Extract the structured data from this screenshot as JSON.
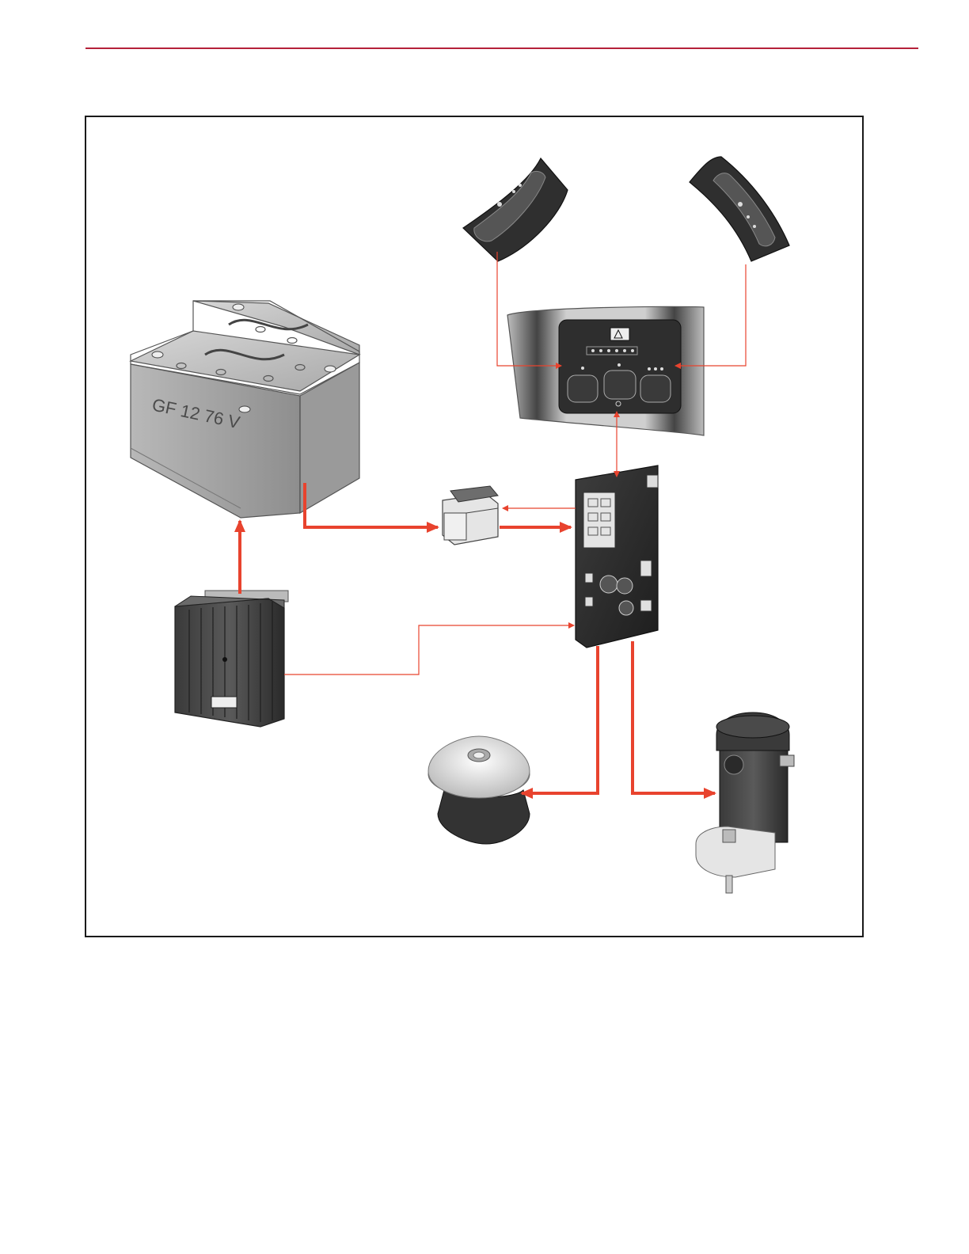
{
  "page": {
    "rule_color": "#b5213a"
  },
  "diagram": {
    "arrow_color": "#e8432e",
    "battery_label": "GF 12 76 V",
    "components": [
      {
        "name": "battery-pack"
      },
      {
        "name": "battery-charger"
      },
      {
        "name": "relay"
      },
      {
        "name": "control-board"
      },
      {
        "name": "control-panel"
      },
      {
        "name": "left-handle-switch"
      },
      {
        "name": "right-handle-switch"
      },
      {
        "name": "vacuum-motor"
      },
      {
        "name": "brush-motor"
      }
    ]
  }
}
